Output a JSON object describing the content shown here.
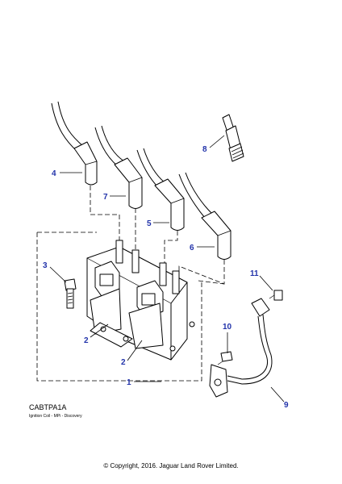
{
  "callouts": {
    "c1": "1",
    "c2a": "2",
    "c2b": "2",
    "c3": "3",
    "c4": "4",
    "c5": "5",
    "c6": "6",
    "c7": "7",
    "c8": "8",
    "c9": "9",
    "c10": "10",
    "c11": "11"
  },
  "callout_color": "#2233aa",
  "drawing_code": "CABTPA1A",
  "caption": "Ignition Coil - MPi - Discovery",
  "copyright": "© Copyright, 2016. Jaguar Land Rover Limited."
}
